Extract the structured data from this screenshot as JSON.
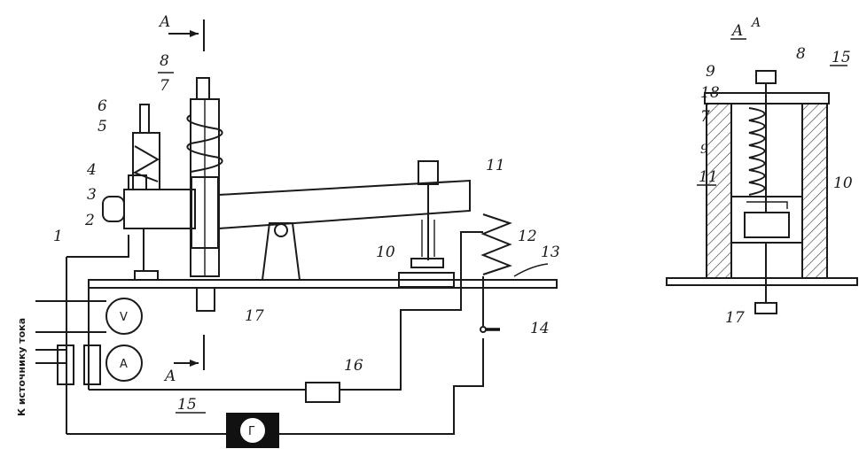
{
  "section_marks": {
    "left_arrow_top": "A",
    "left_arrow_bottom": "A",
    "right_view_title": "A",
    "right_view_title_2": "A"
  },
  "labels_left": {
    "l1": "1",
    "l2": "2",
    "l3": "3",
    "l4": "4",
    "l5": "5",
    "l6": "6",
    "l7": "7",
    "l8": "8",
    "l10": "10",
    "l11": "11",
    "l12": "12",
    "l13": "13",
    "l14": "14",
    "l15": "15",
    "l16": "16",
    "l17": "17"
  },
  "labels_right": {
    "r7": "7",
    "r8": "8",
    "r9a": "9",
    "r9b": "9",
    "r10": "10",
    "r11": "11",
    "r15": "15",
    "r17": "17",
    "r18": "18"
  },
  "meters": {
    "voltmeter": "V",
    "ammeter": "A",
    "generator": "Г"
  },
  "side_caption": "К источнику тока"
}
